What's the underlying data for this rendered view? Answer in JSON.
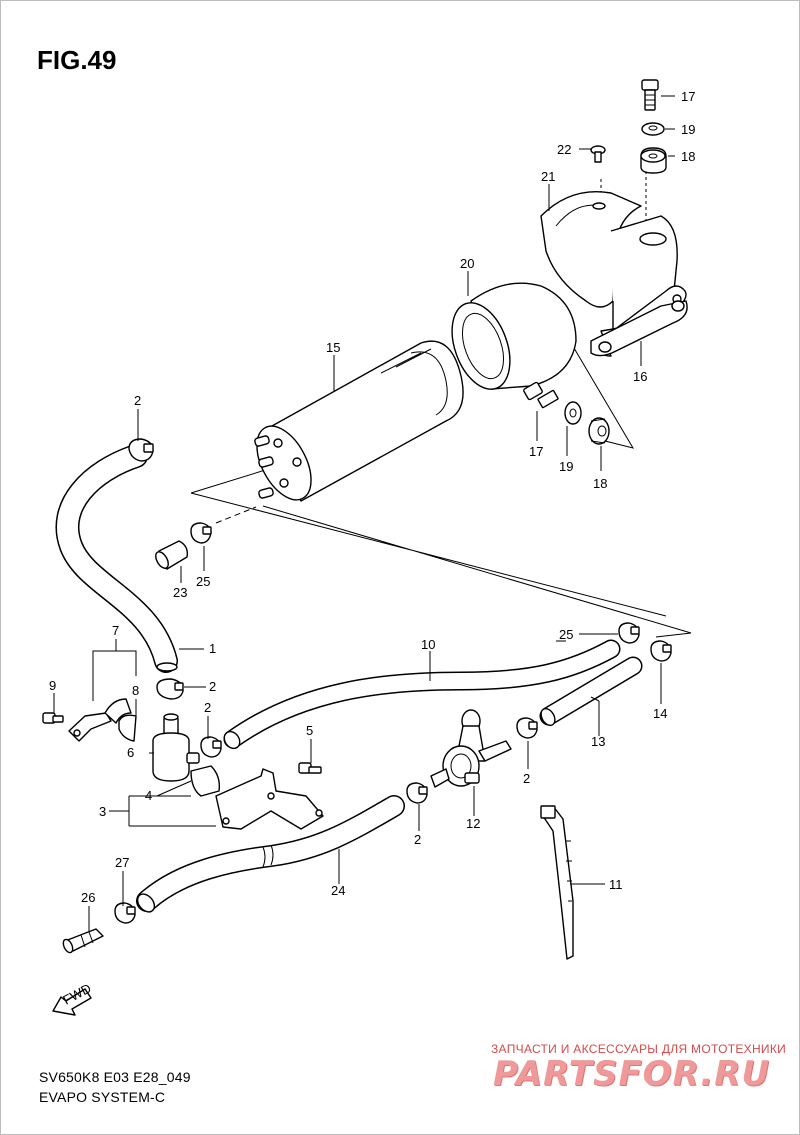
{
  "figure": {
    "title": "FIG.49",
    "model_code": "SV650K8 E03 E28_049",
    "caption": "EVAPO SYSTEM-C"
  },
  "watermark": {
    "tagline": "ЗАПЧАСТИ И АКСЕССУАРЫ ДЛЯ МОТОТЕХНИКИ",
    "brand": "PARTSFOR.RU"
  },
  "fwd_badge": "FWD",
  "callouts": {
    "c1": "1",
    "c2a": "2",
    "c2b": "2",
    "c2c": "2",
    "c2d": "2",
    "c2e": "2",
    "c3": "3",
    "c4": "4",
    "c5": "5",
    "c6": "6",
    "c7": "7",
    "c8": "8",
    "c9": "9",
    "c10": "10",
    "c11": "11",
    "c12": "12",
    "c13": "13",
    "c14": "14",
    "c15": "15",
    "c16": "16",
    "c17a": "17",
    "c17b": "17",
    "c18a": "18",
    "c18b": "18",
    "c19a": "19",
    "c19b": "19",
    "c20": "20",
    "c21": "21",
    "c22": "22",
    "c23": "23",
    "c24": "24",
    "c25a": "25",
    "c25b": "25",
    "c26": "26",
    "c27": "27"
  }
}
